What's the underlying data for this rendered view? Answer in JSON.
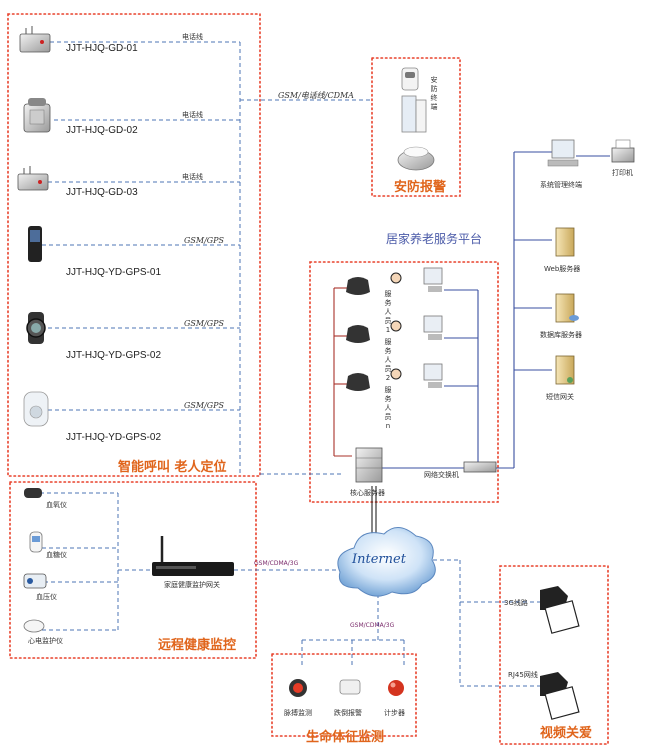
{
  "devices": {
    "gd01": "JJT-HJQ-GD-01",
    "gd02": "JJT-HJQ-GD-02",
    "gd03": "JJT-HJQ-GD-03",
    "gps01": "JJT-HJQ-YD-GPS-01",
    "gps02a": "JJT-HJQ-YD-GPS-02",
    "gps02b": "JJT-HJQ-YD-GPS-02"
  },
  "links": {
    "phone1": "电话线",
    "phone2": "电话线",
    "phone3": "电话线",
    "gps1": "GSM/GPS",
    "gps2": "GSM/GPS",
    "gps3": "GSM/GPS",
    "security": "GSM/电话线/CDMA",
    "gateway": "GSM/CDMA/3G",
    "vital": "GSM/CDMA/3G",
    "video3g": "3G线路",
    "rj45": "RJ45网线"
  },
  "sections": {
    "calling": "智能呼叫  老人定位",
    "security": "安防报警",
    "health": "远程健康监控",
    "vital": "生命体征监测",
    "video": "视频关爱"
  },
  "platform": "居家养老服务平台",
  "security_terminal": "安防终端",
  "staff": [
    "服务人员1",
    "服务人员2",
    "服务人员n"
  ],
  "core_server": "核心服务器",
  "switch": "网络交换机",
  "servers": {
    "mgmt": "系统管理终端",
    "printer": "打印机",
    "web": "Web服务器",
    "db": "数据库服务器",
    "sms": "短信网关"
  },
  "health_devices": {
    "oximeter": "血氧仪",
    "glucose": "血糖仪",
    "bp": "血压仪",
    "ecg": "心电监护仪"
  },
  "gateway_label": "家庭健康监护网关",
  "internet": "Internet",
  "vital_devices": {
    "pulse": "脉搏监测",
    "fall": "跌倒报警",
    "pedometer": "计步器"
  },
  "colors": {
    "box": "#e8402a",
    "blue": "#3a4fa0",
    "dash": "#4d74b6",
    "red": "#a8322a",
    "title": "#e0651c"
  }
}
